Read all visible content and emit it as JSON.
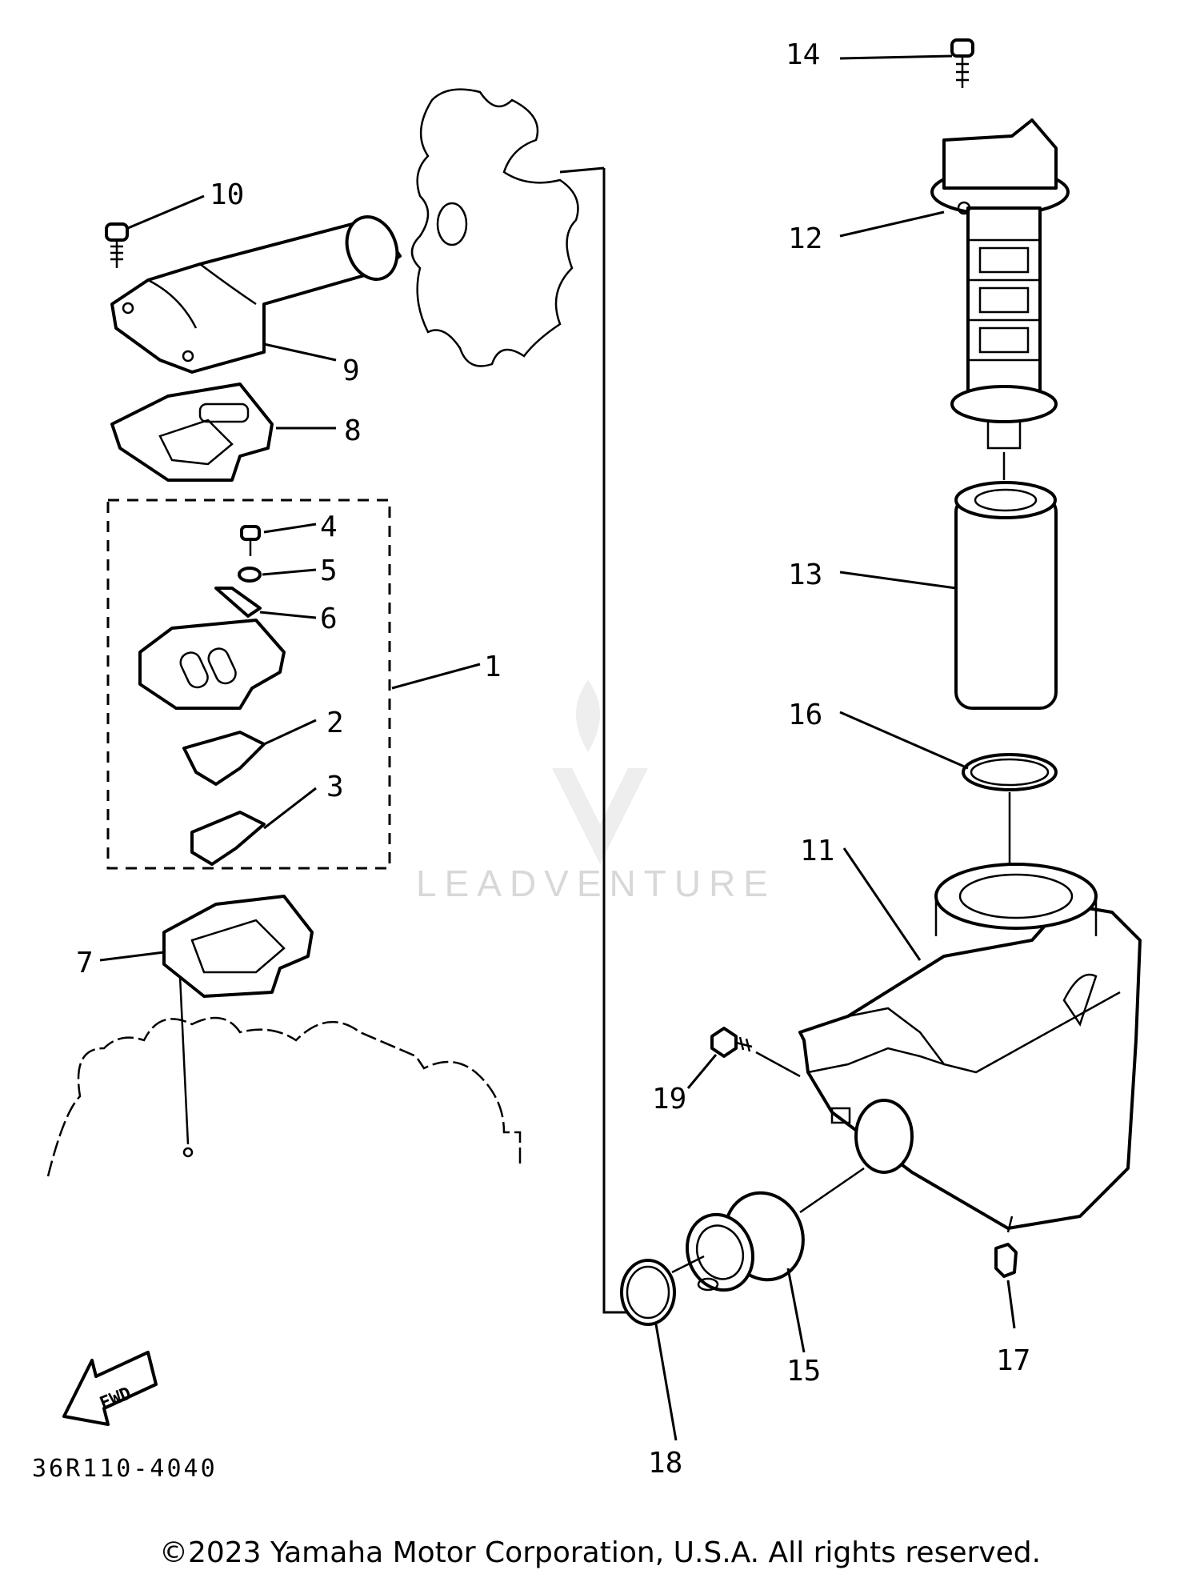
{
  "diagram_code": "36R110-4040",
  "fwd_label": "FWD",
  "watermark": "LEADVENTURE",
  "copyright": "©2023 Yamaha Motor Corporation, U.S.A. All rights reserved.",
  "parts": {
    "p1": "1",
    "p2": "2",
    "p3": "3",
    "p4": "4",
    "p5": "5",
    "p6": "6",
    "p7": "7",
    "p8": "8",
    "p9": "9",
    "p10": "10",
    "p11": "11",
    "p12": "12",
    "p13": "13",
    "p14": "14",
    "p15": "15",
    "p16": "16",
    "p17": "17",
    "p18": "18",
    "p19": "19"
  }
}
